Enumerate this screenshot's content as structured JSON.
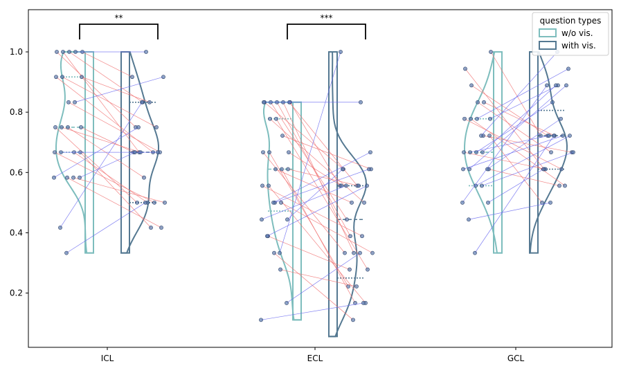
{
  "chart_data": {
    "type": "violin",
    "title": "",
    "xlabel": "",
    "ylabel": "",
    "categories": [
      "ICL",
      "ECL",
      "GCL"
    ],
    "ylim": [
      0.02,
      1.14
    ],
    "yticks": [
      "0.2",
      "0.4",
      "0.6",
      "0.8",
      "1.0"
    ],
    "legend": {
      "title": "question types",
      "position": "top-right",
      "entries": [
        {
          "label": "w/o vis.",
          "color": "#7dbdbd"
        },
        {
          "label": "with vis.",
          "color": "#547891"
        }
      ]
    },
    "significance": [
      {
        "category": "ICL",
        "label": "**"
      },
      {
        "category": "ECL",
        "label": "***"
      }
    ],
    "colors": {
      "paired_decrease": "#f07070",
      "paired_increase": "#6a6af0",
      "point": "#5577aa"
    },
    "series": [
      {
        "name": "w/o vis.",
        "groups": [
          {
            "category": "ICL",
            "min": 0.333,
            "q1": 0.667,
            "median": 0.75,
            "q3": 0.917,
            "max": 1.0
          },
          {
            "category": "ECL",
            "min": 0.111,
            "q1": 0.472,
            "median": 0.611,
            "q3": 0.778,
            "max": 0.833
          },
          {
            "category": "GCL",
            "min": 0.333,
            "q1": 0.556,
            "median": 0.667,
            "q3": 0.778,
            "max": 1.0
          }
        ]
      },
      {
        "name": "with vis.",
        "groups": [
          {
            "category": "ICL",
            "min": 0.333,
            "q1": 0.5,
            "median": 0.667,
            "q3": 0.833,
            "max": 1.0
          },
          {
            "category": "ECL",
            "min": 0.056,
            "q1": 0.25,
            "median": 0.444,
            "q3": 0.556,
            "max": 1.0
          },
          {
            "category": "GCL",
            "min": 0.333,
            "q1": 0.611,
            "median": 0.722,
            "q3": 0.806,
            "max": 1.0
          }
        ]
      }
    ],
    "paired_points": [
      {
        "category": "ICL",
        "pairs": [
          [
            1.0,
            0.917
          ],
          [
            1.0,
            0.75
          ],
          [
            1.0,
            0.667
          ],
          [
            1.0,
            0.833
          ],
          [
            1.0,
            1.0
          ],
          [
            0.917,
            0.833
          ],
          [
            0.917,
            0.667
          ],
          [
            0.917,
            0.75
          ],
          [
            0.833,
            0.667
          ],
          [
            0.833,
            0.917
          ],
          [
            0.75,
            0.667
          ],
          [
            0.75,
            0.5
          ],
          [
            0.75,
            0.667
          ],
          [
            0.75,
            0.583
          ],
          [
            0.667,
            0.5
          ],
          [
            0.667,
            0.417
          ],
          [
            0.667,
            0.5
          ],
          [
            0.667,
            0.667
          ],
          [
            0.583,
            0.417
          ],
          [
            0.583,
            0.5
          ],
          [
            0.583,
            0.667
          ],
          [
            0.583,
            0.75
          ],
          [
            0.417,
            0.833
          ],
          [
            0.333,
            0.5
          ]
        ]
      },
      {
        "category": "ECL",
        "pairs": [
          [
            0.833,
            0.556
          ],
          [
            0.833,
            0.611
          ],
          [
            0.833,
            0.444
          ],
          [
            0.833,
            0.389
          ],
          [
            0.833,
            0.333
          ],
          [
            0.833,
            0.556
          ],
          [
            0.833,
            0.833
          ],
          [
            0.778,
            0.5
          ],
          [
            0.778,
            0.278
          ],
          [
            0.722,
            0.611
          ],
          [
            0.667,
            0.556
          ],
          [
            0.667,
            0.333
          ],
          [
            0.667,
            0.222
          ],
          [
            0.611,
            0.5
          ],
          [
            0.611,
            0.167
          ],
          [
            0.611,
            0.556
          ],
          [
            0.556,
            0.389
          ],
          [
            0.556,
            0.167
          ],
          [
            0.5,
            0.611
          ],
          [
            0.5,
            0.333
          ],
          [
            0.444,
            0.611
          ],
          [
            0.444,
            0.556
          ],
          [
            0.389,
            0.278
          ],
          [
            0.333,
            0.111
          ],
          [
            0.278,
            0.222
          ],
          [
            0.167,
            0.333
          ],
          [
            0.111,
            0.167
          ],
          [
            0.389,
            0.556
          ],
          [
            0.5,
            0.667
          ],
          [
            0.333,
            1.0
          ]
        ]
      },
      {
        "category": "GCL",
        "pairs": [
          [
            1.0,
            0.722
          ],
          [
            0.944,
            0.611
          ],
          [
            0.889,
            0.722
          ],
          [
            0.833,
            0.667
          ],
          [
            0.833,
            0.722
          ],
          [
            0.778,
            0.889
          ],
          [
            0.778,
            0.611
          ],
          [
            0.778,
            0.556
          ],
          [
            0.778,
            0.944
          ],
          [
            0.722,
            0.667
          ],
          [
            0.722,
            0.5
          ],
          [
            0.667,
            0.611
          ],
          [
            0.667,
            0.722
          ],
          [
            0.667,
            0.833
          ],
          [
            0.667,
            0.889
          ],
          [
            0.611,
            0.556
          ],
          [
            0.611,
            0.722
          ],
          [
            0.611,
            0.889
          ],
          [
            0.556,
            0.722
          ],
          [
            0.556,
            0.667
          ],
          [
            0.5,
            0.611
          ],
          [
            0.5,
            0.889
          ],
          [
            0.444,
            0.5
          ],
          [
            0.333,
            0.722
          ],
          [
            0.722,
            1.0
          ],
          [
            0.611,
            0.778
          ]
        ]
      }
    ]
  }
}
